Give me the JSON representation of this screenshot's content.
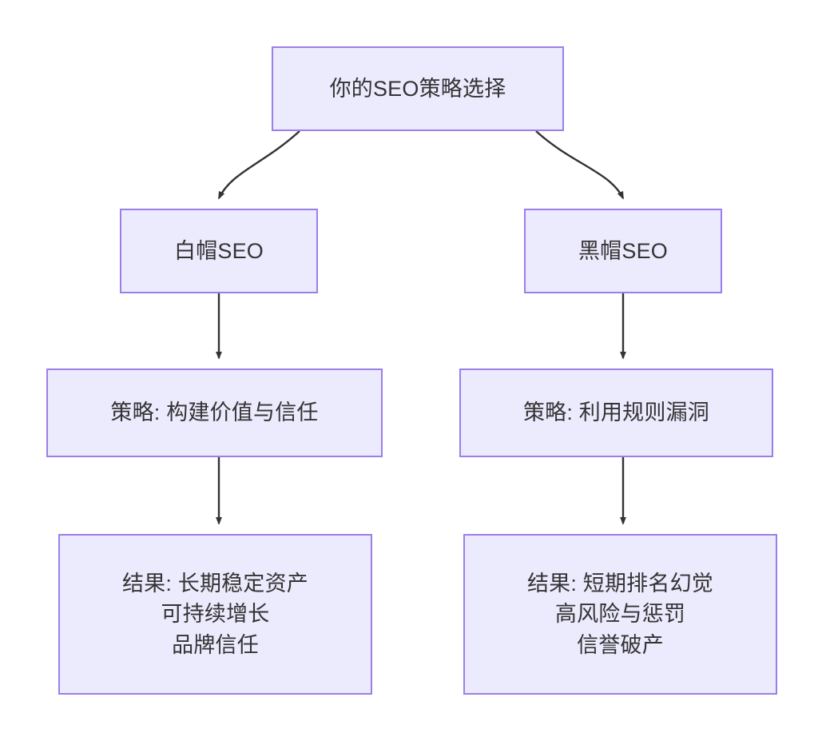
{
  "diagram": {
    "type": "flowchart",
    "direction": "top-down",
    "background_color": "#FFFFFF",
    "node_fill_color": "#ECEAFD",
    "node_border_color": "#9B7FE8",
    "node_text_color": "#333333",
    "edge_color": "#333333",
    "nodes": {
      "root": {
        "id": "root",
        "label": "你的SEO策略选择",
        "lines": [
          "你的SEO策略选择"
        ]
      },
      "white_hat": {
        "id": "white_hat",
        "label": "白帽SEO",
        "lines": [
          "白帽SEO"
        ]
      },
      "black_hat": {
        "id": "black_hat",
        "label": "黑帽SEO",
        "lines": [
          "黑帽SEO"
        ]
      },
      "white_strategy": {
        "id": "white_strategy",
        "label": "策略: 构建价值与信任",
        "lines": [
          "策略: 构建价值与信任"
        ]
      },
      "black_strategy": {
        "id": "black_strategy",
        "label": "策略: 利用规则漏洞",
        "lines": [
          "策略: 利用规则漏洞"
        ]
      },
      "white_outcome": {
        "id": "white_outcome",
        "label": "结果: 长期稳定资产 可持续增长 品牌信任",
        "lines": [
          "结果: 长期稳定资产",
          "可持续增长",
          "品牌信任"
        ]
      },
      "black_outcome": {
        "id": "black_outcome",
        "label": "结果: 短期排名幻觉 高风险与惩罚 信誉破产",
        "lines": [
          "结果: 短期排名幻觉",
          "高风险与惩罚",
          "信誉破产"
        ]
      }
    },
    "edges": [
      {
        "id": "edge-root-white",
        "from": "root",
        "to": "white_hat",
        "style": "curved",
        "arrow": "triangle"
      },
      {
        "id": "edge-root-black",
        "from": "root",
        "to": "black_hat",
        "style": "curved",
        "arrow": "triangle"
      },
      {
        "id": "edge-white-ws",
        "from": "white_hat",
        "to": "white_strategy",
        "style": "straight",
        "arrow": "triangle"
      },
      {
        "id": "edge-black-bs",
        "from": "black_hat",
        "to": "black_strategy",
        "style": "straight",
        "arrow": "triangle"
      },
      {
        "id": "edge-ws-wo",
        "from": "white_strategy",
        "to": "white_outcome",
        "style": "straight",
        "arrow": "triangle"
      },
      {
        "id": "edge-bs-bo",
        "from": "black_strategy",
        "to": "black_outcome",
        "style": "straight",
        "arrow": "triangle"
      }
    ]
  }
}
